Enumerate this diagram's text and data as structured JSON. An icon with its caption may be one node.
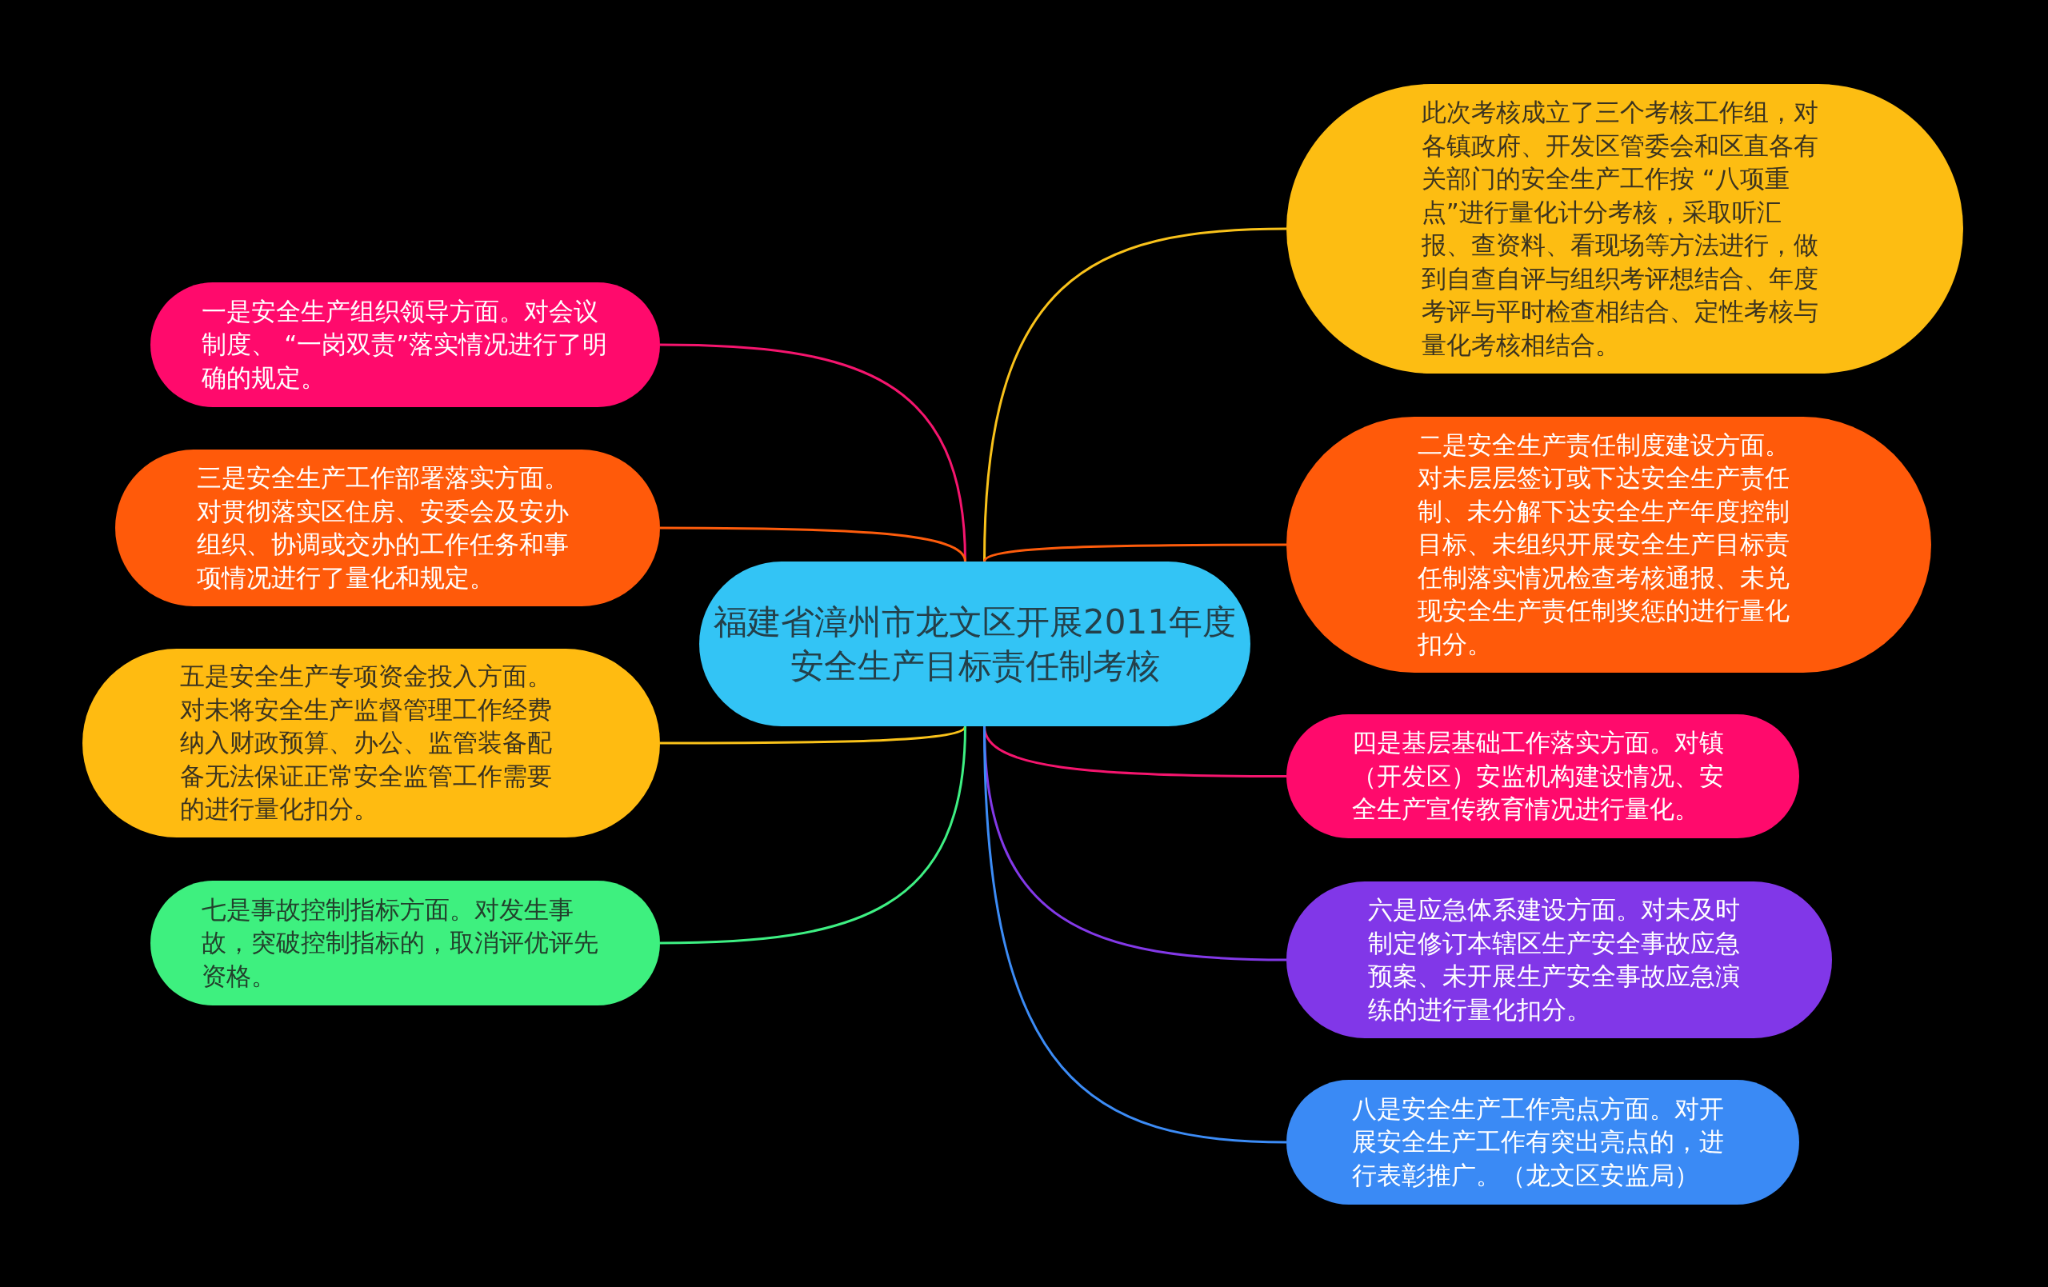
{
  "diagram": {
    "nodes": [
      {
        "text": [
          "福建省漳州市龙文区开展2011年度安全生产目标责任制考核"
        ]
      },
      {
        "text": [
          "此次考核成立了三个考核工作组，对各镇政府、开发区管委会和区直各有关部门的安全生产工作按 “八项重点”进行量化计分考核，采取听汇报、查资料、看现场等方法进行，做到自查自评与组织考评想结合、年度考评与平时检查相结合、定性考核与量化考核相结合。"
        ]
      },
      {
        "text": [
          "一是安全生产组织领导方面。对会议制度、 “一岗双责”落实情况进行了明确的规定。"
        ]
      },
      {
        "text": [
          "二是安全生产责任制度建设方面。对未层层签订或下达安全生产责任制、未分解下达安全生产年度控制目标、未组织开展安全生产目标责任制落实情况检查考核通报、未兑现安全生产责任制奖惩的进行量化扣分。"
        ]
      },
      {
        "text": [
          "三是安全生产工作部署落实方面。对贯彻落实区住房、安委会及安办组织、协调或交办的工作任务和事项情况进行了量化和规定。"
        ]
      },
      {
        "text": [
          "四是基层基础工作落实方面。对镇（开发区）安监机构建设情况、安全生产宣传教育情况进行量化。"
        ]
      },
      {
        "text": [
          "五是安全生产专项资金投入方面。对未将安全生产监督管理工作经费纳入财政预算、办公、监管装备配备无法保证正常安全监管工作需要的进行量化扣分。"
        ]
      },
      {
        "text": [
          "六是应急体系建设方面。对未及时制定修订本辖区生产安全事故应急预案、未开展生产安全事故应急演练的进行量化扣分。"
        ]
      },
      {
        "text": [
          "七是事故控制指标方面。对发生事故，突破控制指标的，取消评优评先资格。"
        ]
      },
      {
        "text": [
          "八是安全生产工作亮点方面。对开展安全生产工作有突出亮点的，进行表彰推广。（龙文区安监局）"
        ]
      }
    ],
    "edges": [
      {
        "from": 0,
        "to": 1,
        "arrow": "none",
        "color": "#f9c21a"
      },
      {
        "from": 0,
        "to": 2,
        "arrow": "none",
        "color": "#f5156e"
      },
      {
        "from": 0,
        "to": 3,
        "arrow": "none",
        "color": "#fd5c0c"
      },
      {
        "from": 0,
        "to": 4,
        "arrow": "none",
        "color": "#fd5c0c"
      },
      {
        "from": 0,
        "to": 5,
        "arrow": "none",
        "color": "#f5156e"
      },
      {
        "from": 0,
        "to": 6,
        "arrow": "none",
        "color": "#f9c21a"
      },
      {
        "from": 0,
        "to": 7,
        "arrow": "none",
        "color": "#8339e8"
      },
      {
        "from": 0,
        "to": 8,
        "arrow": "none",
        "color": "#3ef083"
      },
      {
        "from": 0,
        "to": 9,
        "arrow": "none",
        "color": "#3c8cf6"
      }
    ]
  }
}
